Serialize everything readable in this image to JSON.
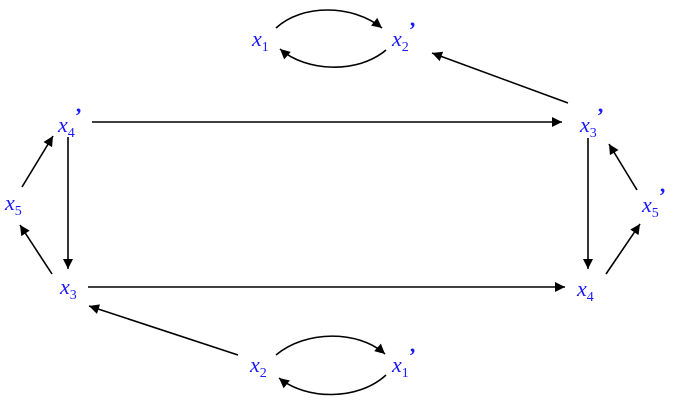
{
  "colors": {
    "node_text": "#1a1aff",
    "edge": "#000000",
    "background": "#ffffff"
  },
  "nodes": {
    "x1": {
      "base": "x",
      "sub": "1",
      "prime": ""
    },
    "x2p": {
      "base": "x",
      "sub": "2",
      "prime": "’"
    },
    "x4p": {
      "base": "x",
      "sub": "4",
      "prime": "’"
    },
    "x3p": {
      "base": "x",
      "sub": "3",
      "prime": "’"
    },
    "x5": {
      "base": "x",
      "sub": "5",
      "prime": ""
    },
    "x5p": {
      "base": "x",
      "sub": "5",
      "prime": "’"
    },
    "x3": {
      "base": "x",
      "sub": "3",
      "prime": ""
    },
    "x4": {
      "base": "x",
      "sub": "4",
      "prime": ""
    },
    "x2": {
      "base": "x",
      "sub": "2",
      "prime": ""
    },
    "x1p": {
      "base": "x",
      "sub": "1",
      "prime": "’"
    }
  },
  "edges": [
    {
      "from": "x1",
      "to": "x2p"
    },
    {
      "from": "x2p",
      "to": "x1"
    },
    {
      "from": "x3p",
      "to": "x2p"
    },
    {
      "from": "x4p",
      "to": "x3p"
    },
    {
      "from": "x5",
      "to": "x4p"
    },
    {
      "from": "x4p",
      "to": "x3"
    },
    {
      "from": "x3",
      "to": "x5"
    },
    {
      "from": "x3p",
      "to": "x4"
    },
    {
      "from": "x5p",
      "to": "x3p"
    },
    {
      "from": "x4",
      "to": "x5p"
    },
    {
      "from": "x3",
      "to": "x4"
    },
    {
      "from": "x2",
      "to": "x3"
    },
    {
      "from": "x2",
      "to": "x1p"
    },
    {
      "from": "x1p",
      "to": "x2"
    }
  ]
}
